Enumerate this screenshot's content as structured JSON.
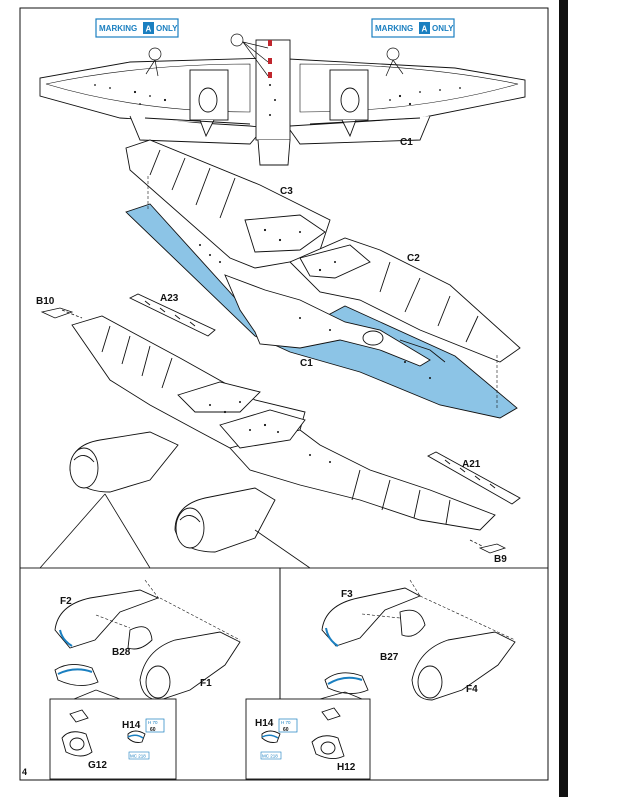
{
  "page_number": "4",
  "marking_badges": [
    {
      "pre": "MARKING",
      "letter": "A",
      "post": "ONLY"
    },
    {
      "pre": "MARKING",
      "letter": "A",
      "post": "ONLY"
    }
  ],
  "part_labels": {
    "c1_top": "C1",
    "c3": "C3",
    "c2": "C2",
    "b10": "B10",
    "a23": "A23",
    "c1_mid": "C1",
    "a21": "A21",
    "b9": "B9",
    "f2": "F2",
    "b28": "B28",
    "f1": "F1",
    "f3": "F3",
    "b27": "B27",
    "f4": "F4",
    "h14_left": "H14",
    "g12": "G12",
    "h14_right": "H14",
    "h12": "H12"
  },
  "paint_refs": {
    "left_top": "H 70",
    "left_num": "60",
    "left_bottom": "MC 218",
    "right_top": "H 70",
    "right_num": "60",
    "right_bottom": "MC 218"
  },
  "colors": {
    "accent_blue": "#1a7fc0",
    "wing_interior_blue": "#8cc4e6",
    "ink": "#111111"
  }
}
